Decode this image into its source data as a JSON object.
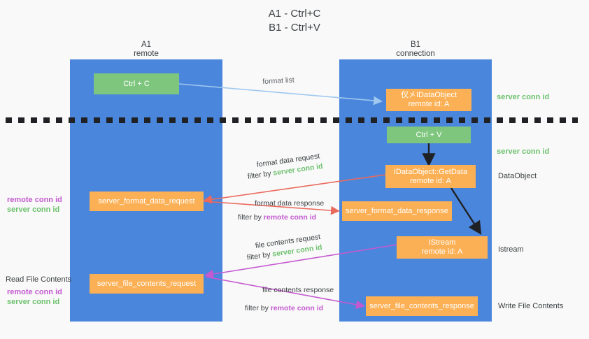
{
  "title": "A1 - Ctrl+C\nB1 - Ctrl+V",
  "columns": [
    {
      "name": "a1",
      "header": "A1\nremote"
    },
    {
      "name": "b1",
      "header": "B1\nconnection"
    }
  ],
  "nodes": {
    "ctrl_c": "Ctrl + C",
    "ctrl_v": "Ctrl + V",
    "idataobject_remote": "仅㐅IDataObject\nremote id: A",
    "idataobject_getdata": "IDataObject::GetData\nremote id: A",
    "istream": "IStream\nremote id: A",
    "server_format_data_request": "server_format_data_request",
    "server_format_data_response": "server_format_data_response",
    "server_file_contents_request": "server_file_contents_request",
    "server_file_contents_response": "server_file_contents_response"
  },
  "edge_labels": {
    "format_list": "format list",
    "format_data_request": "format data request",
    "format_data_request_filter_prefix": "filter by ",
    "format_data_request_filter_value": "server conn id",
    "format_data_response": "format data response",
    "format_data_response_filter_prefix": "filter by ",
    "format_data_response_filter_value": "remote conn id",
    "file_contents_request": "file contents request",
    "file_contents_request_filter_prefix": "filter by ",
    "file_contents_request_filter_value": "server conn id",
    "file_contents_response": "file contents response",
    "file_contents_response_filter_prefix": "filter by ",
    "file_contents_response_filter_value": "remote conn id"
  },
  "right_labels": {
    "server_conn_id_top": "server conn id",
    "server_conn_id_mid": "server conn id",
    "dataobject": "DataObject",
    "istream": "Istream",
    "write_file_contents": "Write File Contents"
  },
  "left_labels": {
    "remote_conn_id_upper": "remote conn id",
    "server_conn_id_upper": "server conn id",
    "read_file_contents": "Read File Contents",
    "remote_conn_id_lower": "remote conn id",
    "server_conn_id_lower": "server conn id"
  },
  "colors": {
    "column_blue": "#4a86dc",
    "node_green": "#7ec67e",
    "node_orange": "#fcb055",
    "server_conn_id": "#6ec16e",
    "remote_conn_id": "#c45ad0",
    "format_list_arrow": "#9fc8ef",
    "format_data_arrow": "#ea6a5e",
    "file_contents_arrow": "#c45ad0",
    "flow_arrow": "#202124",
    "divider": "#202124",
    "background": "#f9f9f9"
  }
}
